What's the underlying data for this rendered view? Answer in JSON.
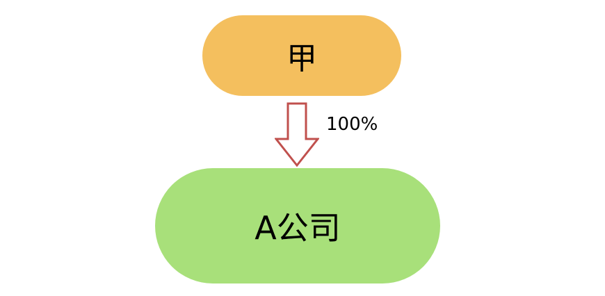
{
  "diagram": {
    "type": "ownership-structure",
    "nodes": [
      {
        "id": "shareholder",
        "label": "甲",
        "color": "#F4BF5E"
      },
      {
        "id": "company",
        "label": "A公司",
        "color": "#A8E07A"
      }
    ],
    "edges": [
      {
        "from": "shareholder",
        "to": "company",
        "label": "100%",
        "arrow_color": "#C0504D"
      }
    ]
  }
}
